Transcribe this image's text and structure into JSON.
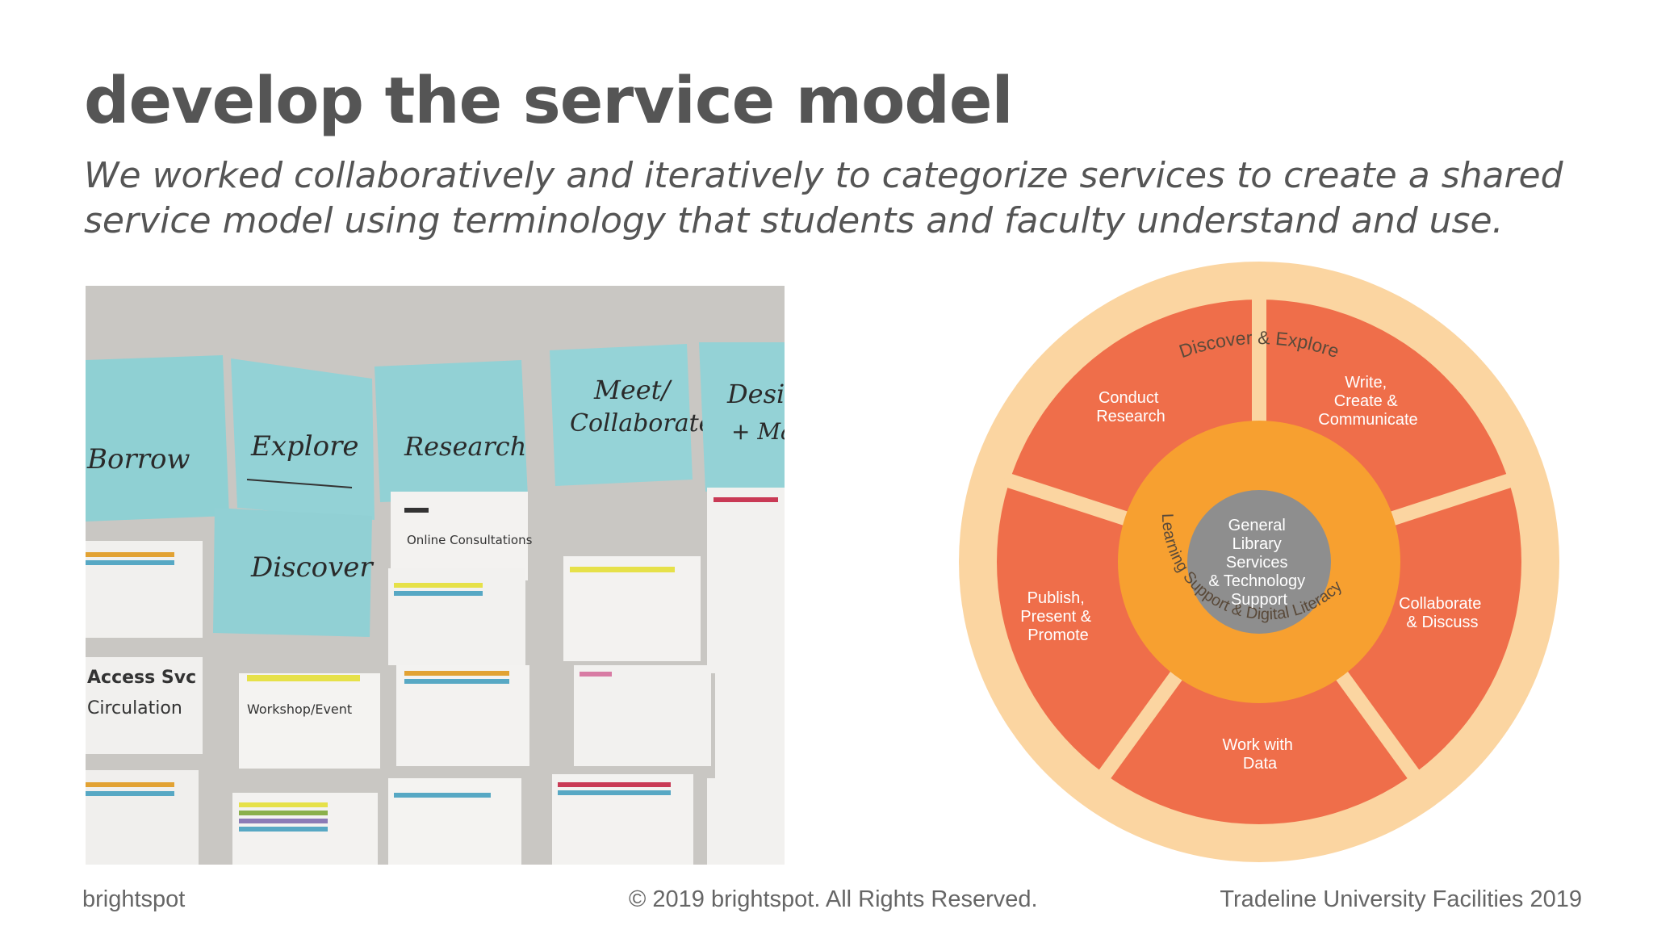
{
  "slide": {
    "title": "develop the service model",
    "subtitle": "We worked collaboratively and iteratively to categorize services to create a shared service model using terminology that students and faculty understand and use."
  },
  "photo": {
    "sticky_notes": [
      "Borrow",
      "Explore",
      "Research",
      "Meet/",
      "Collaborate",
      "Design",
      "+ Make",
      "Discover"
    ],
    "cards": [
      "Online Consultations",
      "Workshop/Event",
      "Circulation",
      "Access Svc"
    ]
  },
  "wheel": {
    "outer_ring_label": "Discover & Explore",
    "middle_ring_label": "Learning Support & Digital Literacy",
    "center_label": [
      "General",
      "Library",
      "Services",
      "& Technology",
      "Support"
    ],
    "segments": [
      {
        "lines": [
          "Conduct",
          "Research"
        ]
      },
      {
        "lines": [
          "Write,",
          "Create &",
          "Communicate"
        ]
      },
      {
        "lines": [
          "Collaborate",
          "& Discuss"
        ]
      },
      {
        "lines": [
          "Work with",
          "Data"
        ]
      },
      {
        "lines": [
          "Publish,",
          "Present &",
          "Promote"
        ]
      }
    ],
    "colors": {
      "outer_ring": "#FBD5A1",
      "segment": "#EF6E4A",
      "middle_ring": "#F7A030",
      "center": "#8E8E8E",
      "text_light": "#FFFFFF",
      "text_dark": "#5A4A3A"
    }
  },
  "footer": {
    "left": "brightspot",
    "center": "© 2019 brightspot. All Rights Reserved.",
    "right": "Tradeline University Facilities 2019"
  }
}
